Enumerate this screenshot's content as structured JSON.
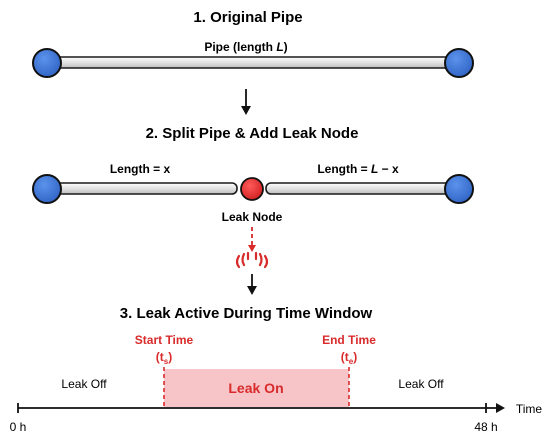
{
  "steps": {
    "original": {
      "title": "1. Original Pipe",
      "pipe_label_prefix": "Pipe (length ",
      "pipe_label_var": "L",
      "pipe_label_suffix": ")"
    },
    "split": {
      "title": "2. Split Pipe & Add Leak Node",
      "left_label": "Length = x",
      "right_label_prefix": "Length = ",
      "right_label_var": "L",
      "right_label_suffix": " − x",
      "leak_node_label": "Leak Node"
    },
    "active": {
      "title": "3. Leak Active During Time Window",
      "start_label": "Start Time",
      "start_symbol_base": "(t",
      "start_symbol_sub": "s",
      "start_symbol_end": ")",
      "end_label": "End Time",
      "end_symbol_base": "(t",
      "end_symbol_sub": "e",
      "end_symbol_end": ")",
      "leak_off_left": "Leak Off",
      "leak_on": "Leak On",
      "leak_off_right": "Leak Off",
      "axis_label": "Time",
      "axis_start": "0 h",
      "axis_end": "48 h"
    }
  },
  "colors": {
    "node_blue": "#3a73d6",
    "leak_red": "#d92b2b",
    "leak_on_fill": "#f7c4c8",
    "pipe_fill": "#e9e9e9",
    "text": "#111111"
  }
}
